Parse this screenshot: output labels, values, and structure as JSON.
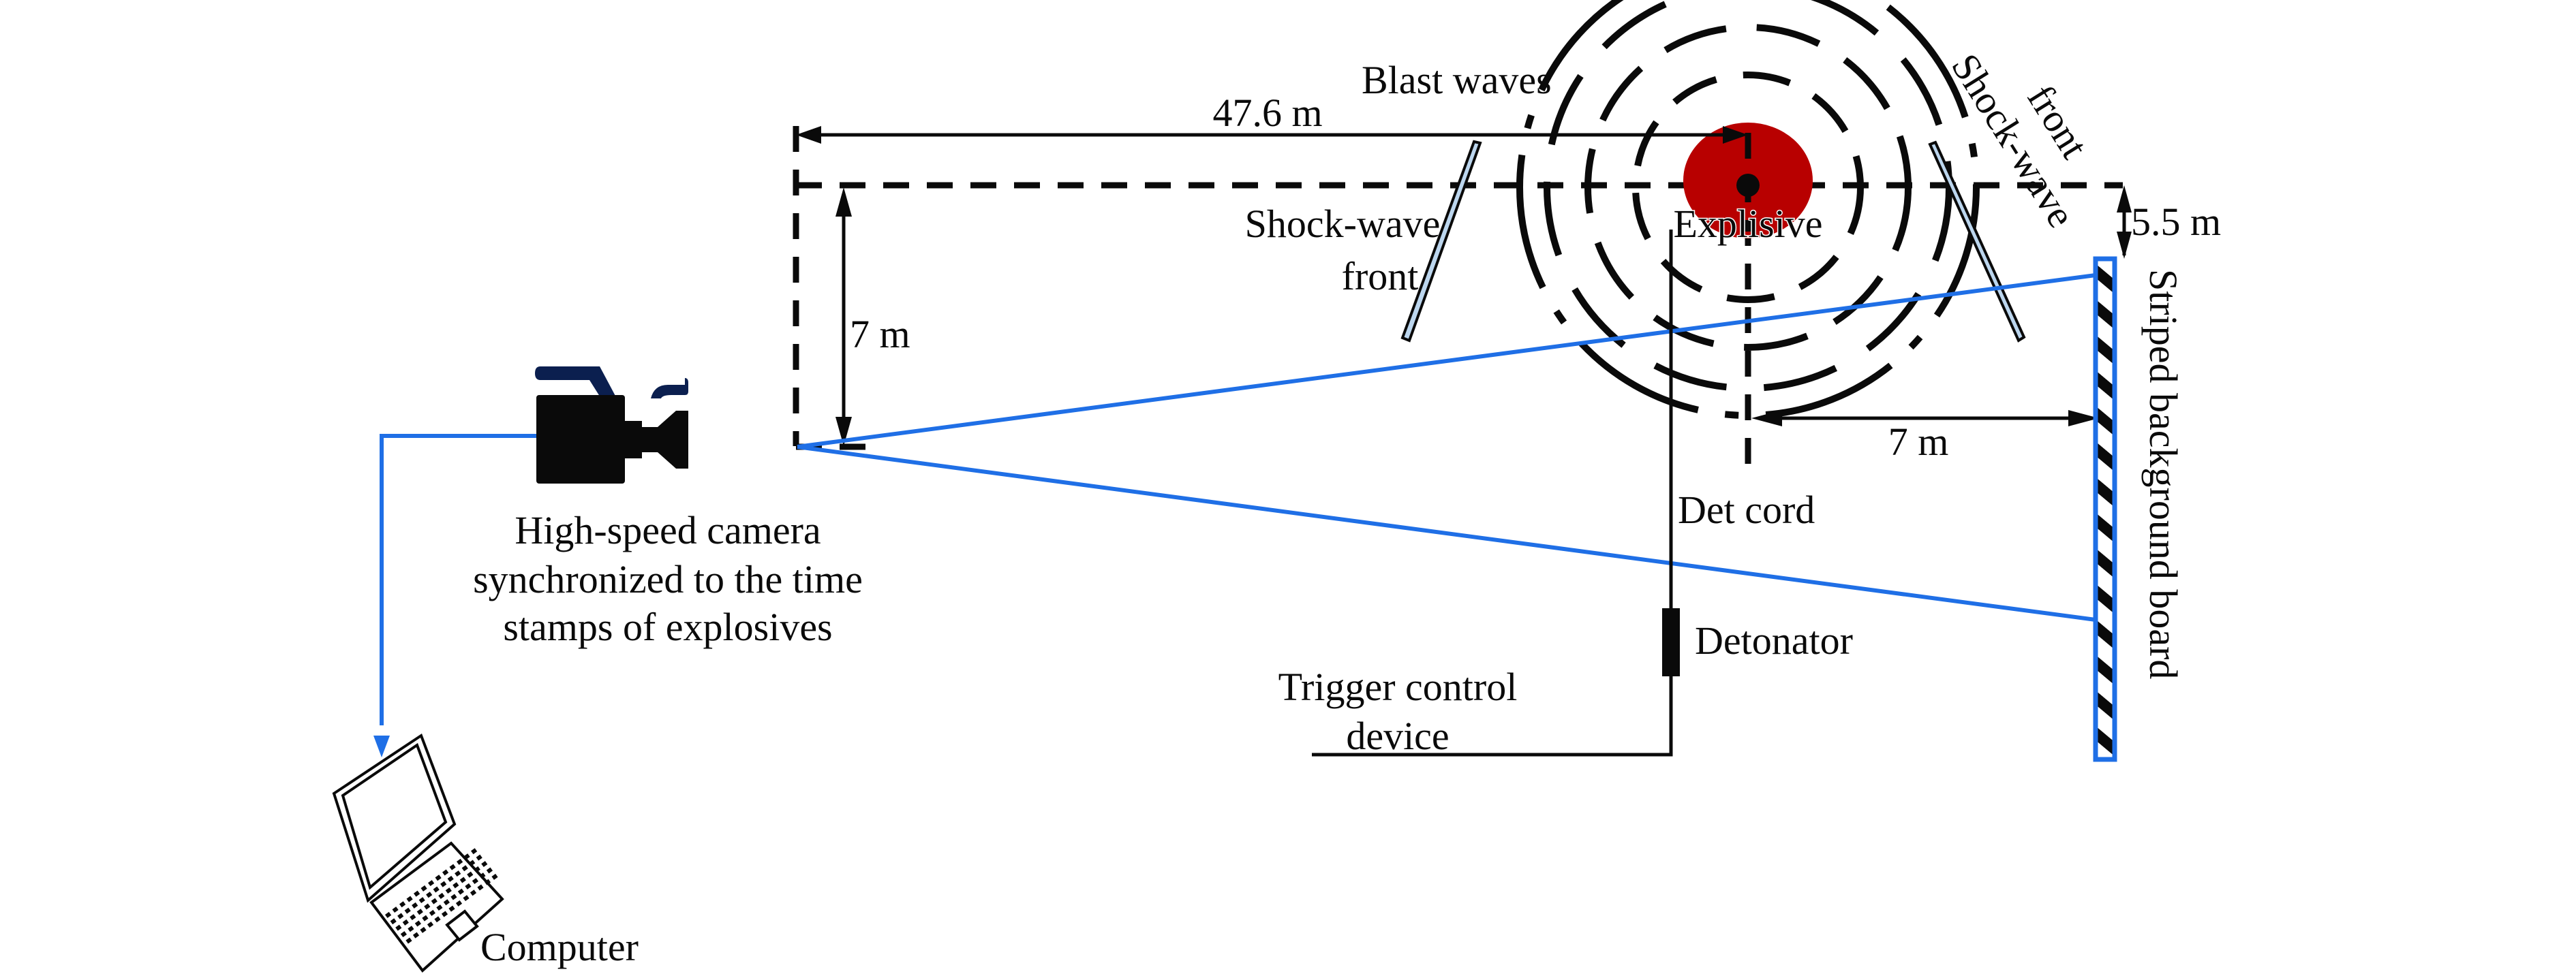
{
  "diagram": {
    "title": "High-speed camera blast wave experimental setup",
    "labels": {
      "blast_waves": "Blast waves",
      "shock_wave_front_left_line1": "Shock-wave",
      "shock_wave_front_left_line2": "front",
      "shock_wave_front_right_line1": "Shock-wave",
      "shock_wave_front_right_line2": "front",
      "explosive": "Explisive",
      "det_cord": "Det cord",
      "detonator": "Detonator",
      "trigger_line1": "Trigger control",
      "trigger_line2": "device",
      "camera_line1": "High-speed camera",
      "camera_line2": "synchronized to the time",
      "camera_line3": "stamps of explosives",
      "computer": "Computer",
      "board": "Striped background board"
    },
    "dimensions": {
      "camera_to_explosive": "47.6 m",
      "camera_height": "7 m",
      "explosive_to_board": "7 m",
      "board_offset": "5.5 m"
    },
    "colors": {
      "explosive": "#b80000",
      "sightline": "#1f6fe6",
      "camera_handle": "#0b1f4f",
      "shock_front_fill": "#bcd6ee",
      "ink": "#0a0a0a"
    }
  }
}
